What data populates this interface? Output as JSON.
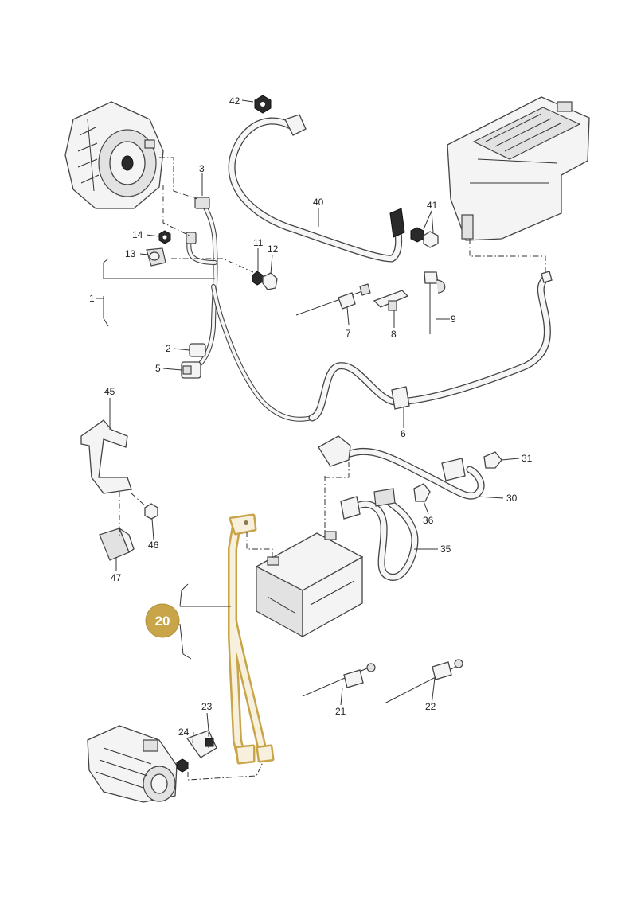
{
  "highlight": {
    "label": "20",
    "color": "#c9a54a"
  },
  "callouts": [
    {
      "id": "42",
      "text": "42"
    },
    {
      "id": "3",
      "text": "3"
    },
    {
      "id": "40",
      "text": "40"
    },
    {
      "id": "41",
      "text": "41"
    },
    {
      "id": "14",
      "text": "14"
    },
    {
      "id": "11",
      "text": "11"
    },
    {
      "id": "12",
      "text": "12"
    },
    {
      "id": "13",
      "text": "13"
    },
    {
      "id": "1",
      "text": "1"
    },
    {
      "id": "7",
      "text": "7"
    },
    {
      "id": "8",
      "text": "8"
    },
    {
      "id": "9",
      "text": "9"
    },
    {
      "id": "2",
      "text": "2"
    },
    {
      "id": "5",
      "text": "5"
    },
    {
      "id": "45",
      "text": "45"
    },
    {
      "id": "6",
      "text": "6"
    },
    {
      "id": "31",
      "text": "31"
    },
    {
      "id": "30",
      "text": "30"
    },
    {
      "id": "36",
      "text": "36"
    },
    {
      "id": "46",
      "text": "46"
    },
    {
      "id": "35",
      "text": "35"
    },
    {
      "id": "47",
      "text": "47"
    },
    {
      "id": "23",
      "text": "23"
    },
    {
      "id": "24",
      "text": "24"
    },
    {
      "id": "21",
      "text": "21"
    },
    {
      "id": "22",
      "text": "22"
    }
  ]
}
